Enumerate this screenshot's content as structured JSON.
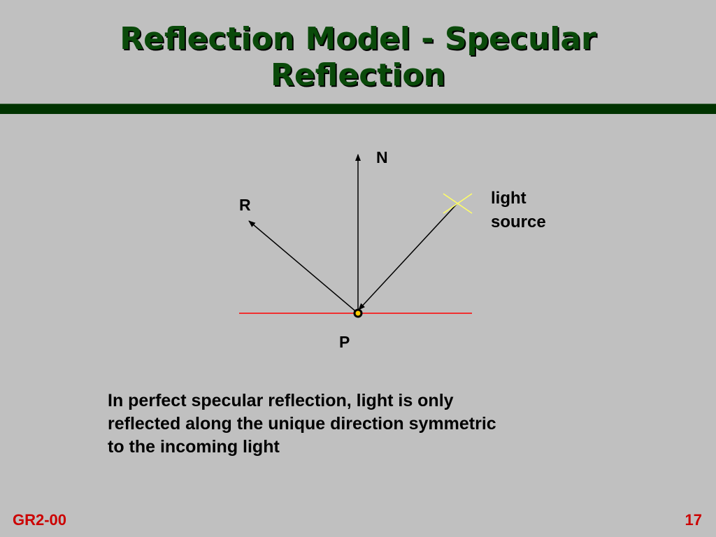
{
  "slide": {
    "title_line1": "Reflection Model - Specular",
    "title_line2": "Reflection"
  },
  "diagram": {
    "normal_label": "N",
    "reflected_label": "R",
    "light_label_line1": "light",
    "light_label_line2": "source",
    "point_label": "P",
    "surface_color": "#ff0000",
    "light_color": "#ffff66",
    "point_fill": "#ffcc00",
    "arrow_color": "#000000"
  },
  "caption": {
    "line1": "In perfect specular reflection, light is only",
    "line2": "reflected along the unique direction symmetric",
    "line3": "to the incoming light"
  },
  "footer": {
    "left": "GR2-00",
    "right": "17"
  },
  "colors": {
    "background": "#c0c0c0",
    "title": "#0a4a0a",
    "rule": "#003300",
    "footer": "#cc0000"
  }
}
